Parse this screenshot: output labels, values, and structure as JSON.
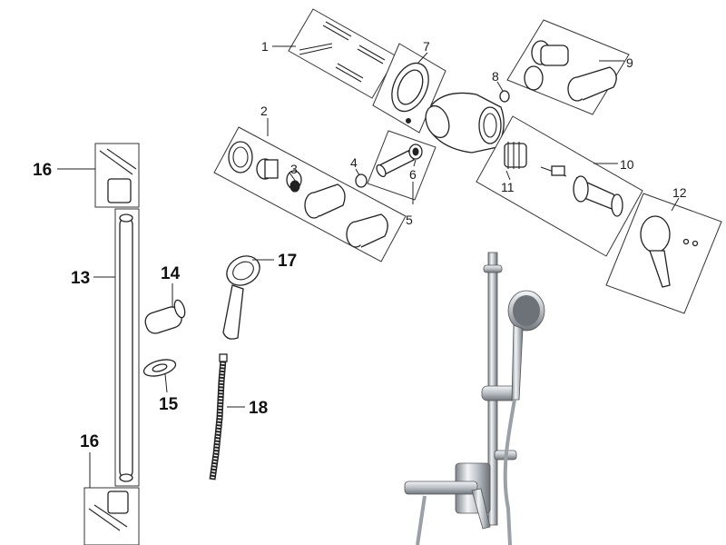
{
  "diagram": {
    "part_labels": {
      "p1": "1",
      "p2": "2",
      "p3": "3",
      "p4": "4",
      "p5": "5",
      "p6": "6",
      "p7": "7",
      "p8": "8",
      "p9": "9",
      "p10": "10",
      "p11": "11",
      "p12": "12",
      "p13": "13",
      "p14": "14",
      "p15": "15",
      "p16a": "16",
      "p16b": "16",
      "p17": "17",
      "p18": "18"
    }
  },
  "colors": {
    "line": "#222222",
    "chrome_light": "#e8ecef",
    "chrome_dark": "#8a9096"
  }
}
